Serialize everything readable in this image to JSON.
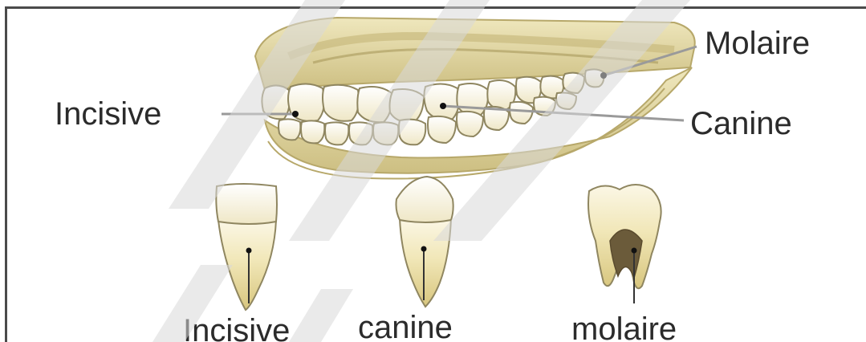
{
  "diagram": {
    "jaw_labels": {
      "molar": "Molaire",
      "incisor": "Incisive",
      "canine": "Canine"
    },
    "tooth_labels": {
      "incisor": "Incisive",
      "canine": "canine",
      "molar": "molaire"
    },
    "colors": {
      "gum": "#e2d8a6",
      "gum_edge": "#b7a86a",
      "tooth": "#f7f1d6",
      "tooth_edge": "#8f8660",
      "label_text": "#2b2b2b",
      "watermark": "#d9d9d9"
    }
  }
}
